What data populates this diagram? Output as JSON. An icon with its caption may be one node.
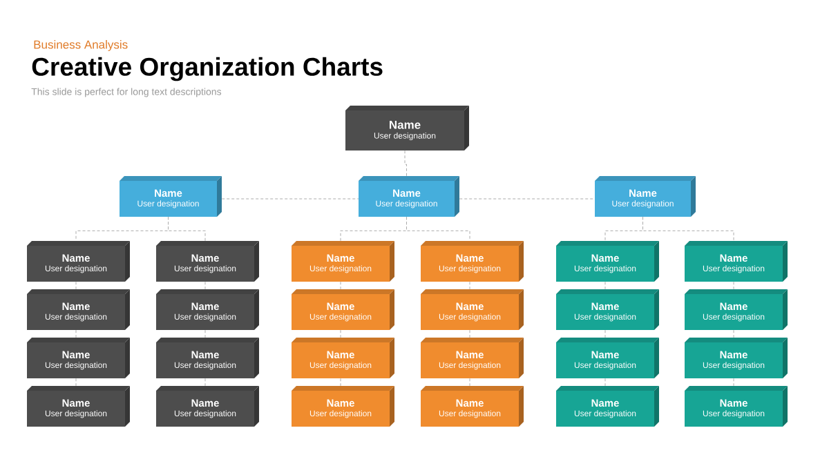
{
  "diagram": {
    "title": "Creative Organization Charts",
    "labels": [
      "Business Analysis",
      "This slide is perfect for long text descriptions"
    ],
    "nodes": [
      {
        "text": [
          "Name",
          "User designation"
        ]
      },
      {
        "text": [
          "Name",
          "User designation"
        ]
      },
      {
        "text": [
          "Name",
          "User designation"
        ]
      },
      {
        "text": [
          "Name",
          "User designation"
        ]
      },
      {
        "text": [
          "Name",
          "User designation"
        ]
      },
      {
        "text": [
          "Name",
          "User designation"
        ]
      },
      {
        "text": [
          "Name",
          "User designation"
        ]
      },
      {
        "text": [
          "Name",
          "User designation"
        ]
      },
      {
        "text": [
          "Name",
          "User designation"
        ]
      },
      {
        "text": [
          "Name",
          "User designation"
        ]
      },
      {
        "text": [
          "Name",
          "User designation"
        ]
      },
      {
        "text": [
          "Name",
          "User designation"
        ]
      },
      {
        "text": [
          "Name",
          "User designation"
        ]
      },
      {
        "text": [
          "Name",
          "User designation"
        ]
      },
      {
        "text": [
          "Name",
          "User designation"
        ]
      },
      {
        "text": [
          "Name",
          "User designation"
        ]
      },
      {
        "text": [
          "Name",
          "User designation"
        ]
      },
      {
        "text": [
          "Name",
          "User designation"
        ]
      },
      {
        "text": [
          "Name",
          "User designation"
        ]
      },
      {
        "text": [
          "Name",
          "User designation"
        ]
      },
      {
        "text": [
          "Name",
          "User designation"
        ]
      },
      {
        "text": [
          "Name",
          "User designation"
        ]
      },
      {
        "text": [
          "Name",
          "User designation"
        ]
      },
      {
        "text": [
          "Name",
          "User designation"
        ]
      },
      {
        "text": [
          "Name",
          "User designation"
        ]
      },
      {
        "text": [
          "Name",
          "User designation"
        ]
      },
      {
        "text": [
          "Name",
          "User designation"
        ]
      },
      {
        "text": [
          "Name",
          "User designation"
        ]
      }
    ],
    "edges": [
      {
        "from": 0,
        "to": 2,
        "arrow": "none",
        "style": "dashed"
      },
      {
        "from": 1,
        "to": 2,
        "arrow": "none",
        "style": "dashed"
      },
      {
        "from": 2,
        "to": 3,
        "arrow": "none",
        "style": "dashed"
      },
      {
        "from": 1,
        "to": 4,
        "arrow": "none",
        "style": "dashed"
      },
      {
        "from": 1,
        "to": 5,
        "arrow": "none",
        "style": "dashed"
      },
      {
        "from": 2,
        "to": 6,
        "arrow": "none",
        "style": "dashed"
      },
      {
        "from": 2,
        "to": 7,
        "arrow": "none",
        "style": "dashed"
      },
      {
        "from": 3,
        "to": 8,
        "arrow": "none",
        "style": "dashed"
      },
      {
        "from": 3,
        "to": 9,
        "arrow": "none",
        "style": "dashed"
      },
      {
        "from": 4,
        "to": 10,
        "arrow": "none",
        "style": "dashed"
      },
      {
        "from": 5,
        "to": 11,
        "arrow": "none",
        "style": "dashed"
      },
      {
        "from": 6,
        "to": 12,
        "arrow": "none",
        "style": "dashed"
      },
      {
        "from": 7,
        "to": 13,
        "arrow": "none",
        "style": "dashed"
      },
      {
        "from": 8,
        "to": 14,
        "arrow": "none",
        "style": "dashed"
      },
      {
        "from": 9,
        "to": 15,
        "arrow": "none",
        "style": "dashed"
      },
      {
        "from": 10,
        "to": 16,
        "arrow": "none",
        "style": "dashed"
      },
      {
        "from": 11,
        "to": 17,
        "arrow": "none",
        "style": "dashed"
      },
      {
        "from": 12,
        "to": 18,
        "arrow": "none",
        "style": "dashed"
      },
      {
        "from": 13,
        "to": 19,
        "arrow": "none",
        "style": "dashed"
      },
      {
        "from": 14,
        "to": 20,
        "arrow": "none",
        "style": "dashed"
      },
      {
        "from": 15,
        "to": 21,
        "arrow": "none",
        "style": "dashed"
      },
      {
        "from": 16,
        "to": 22,
        "arrow": "none",
        "style": "dashed"
      },
      {
        "from": 17,
        "to": 23,
        "arrow": "none",
        "style": "dashed"
      },
      {
        "from": 18,
        "to": 24,
        "arrow": "none",
        "style": "dashed"
      },
      {
        "from": 19,
        "to": 25,
        "arrow": "none",
        "style": "dashed"
      },
      {
        "from": 20,
        "to": 26,
        "arrow": "none",
        "style": "dashed"
      },
      {
        "from": 21,
        "to": 27,
        "arrow": "none",
        "style": "dashed"
      }
    ]
  }
}
